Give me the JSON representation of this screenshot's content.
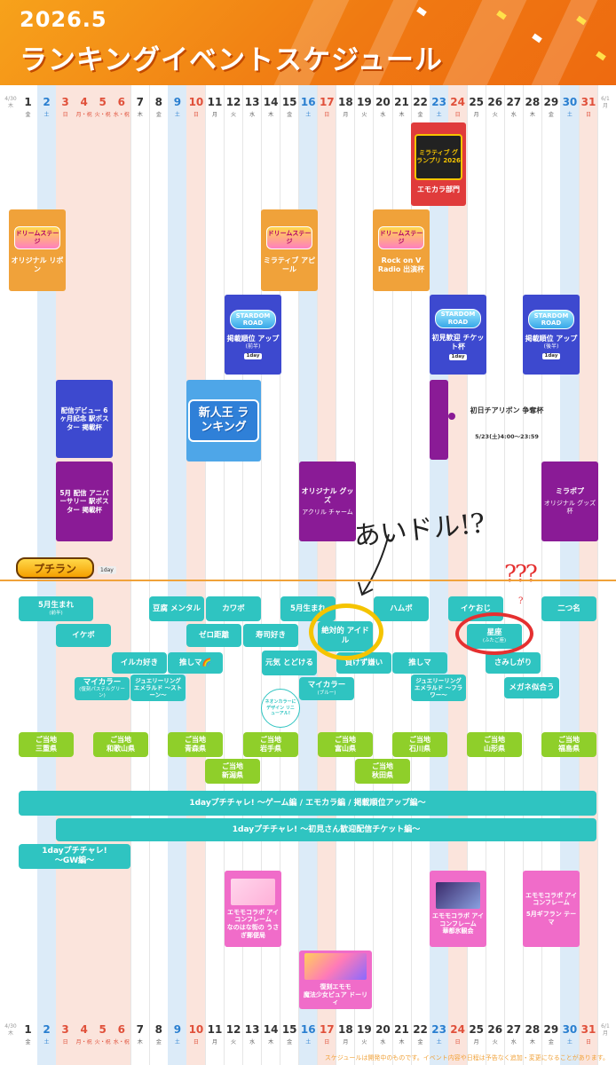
{
  "header": {
    "year_label": "2026.5",
    "title": "ランキングイベントスケジュール"
  },
  "calendar": {
    "prev_label": "4/30",
    "prev_dow": "木",
    "next_label": "6/1",
    "next_dow": "月",
    "days": [
      {
        "num": "1",
        "dow": "金",
        "type": "wk"
      },
      {
        "num": "2",
        "dow": "土",
        "type": "sat"
      },
      {
        "num": "3",
        "dow": "日",
        "type": "sun"
      },
      {
        "num": "4",
        "dow": "月・祝",
        "type": "sun"
      },
      {
        "num": "5",
        "dow": "火・祝",
        "type": "sun"
      },
      {
        "num": "6",
        "dow": "水・祝",
        "type": "sun"
      },
      {
        "num": "7",
        "dow": "木",
        "type": "wk"
      },
      {
        "num": "8",
        "dow": "金",
        "type": "wk"
      },
      {
        "num": "9",
        "dow": "土",
        "type": "sat"
      },
      {
        "num": "10",
        "dow": "日",
        "type": "sun"
      },
      {
        "num": "11",
        "dow": "月",
        "type": "wk"
      },
      {
        "num": "12",
        "dow": "火",
        "type": "wk"
      },
      {
        "num": "13",
        "dow": "水",
        "type": "wk"
      },
      {
        "num": "14",
        "dow": "木",
        "type": "wk"
      },
      {
        "num": "15",
        "dow": "金",
        "type": "wk"
      },
      {
        "num": "16",
        "dow": "土",
        "type": "sat"
      },
      {
        "num": "17",
        "dow": "日",
        "type": "sun"
      },
      {
        "num": "18",
        "dow": "月",
        "type": "wk"
      },
      {
        "num": "19",
        "dow": "火",
        "type": "wk"
      },
      {
        "num": "20",
        "dow": "水",
        "type": "wk"
      },
      {
        "num": "21",
        "dow": "木",
        "type": "wk"
      },
      {
        "num": "22",
        "dow": "金",
        "type": "wk"
      },
      {
        "num": "23",
        "dow": "土",
        "type": "sat"
      },
      {
        "num": "24",
        "dow": "日",
        "type": "sun"
      },
      {
        "num": "25",
        "dow": "月",
        "type": "wk"
      },
      {
        "num": "26",
        "dow": "火",
        "type": "wk"
      },
      {
        "num": "27",
        "dow": "水",
        "type": "wk"
      },
      {
        "num": "28",
        "dow": "木",
        "type": "wk"
      },
      {
        "num": "29",
        "dow": "金",
        "type": "wk"
      },
      {
        "num": "30",
        "dow": "土",
        "type": "sat"
      },
      {
        "num": "31",
        "dow": "日",
        "type": "sun"
      }
    ]
  },
  "colors": {
    "header": "#f07a12",
    "saturday": "#dcebf8",
    "sunday": "#fbe4dc",
    "teal": "#2fc4c1",
    "green": "#8fcf2a",
    "purple": "#8a1b96",
    "navy": "#3d49cf",
    "orange": "#f0a23a"
  },
  "events": {
    "mirativ_gp": {
      "logo": "ミラティブ グランプリ 2026",
      "label": "エモカラ部門"
    },
    "dream1": {
      "logo": "ドリームステージ",
      "label": "オリジナル リボン"
    },
    "dream2": {
      "logo": "ドリームステージ",
      "label": "ミラティブ アピール"
    },
    "dream3": {
      "logo": "ドリームステージ",
      "label": "Rock on V Radio 出演杯"
    },
    "stardom1": {
      "logo": "STARDOM ROAD",
      "label": "掲載順位 アップ",
      "sub": "(前半)",
      "badge": "1day"
    },
    "stardom2": {
      "logo": "STARDOM ROAD",
      "label": "初見歓迎 チケット杯",
      "badge": "1day"
    },
    "stardom3": {
      "logo": "STARDOM ROAD",
      "label": "掲載順位 アップ",
      "sub": "(後半)",
      "badge": "1day"
    },
    "debut": {
      "label": "配信デビュー 6ヶ月記念 駅ポスター 掲載杯"
    },
    "shinjin": {
      "label": "新人王 ランキング"
    },
    "cheer": {
      "label": "初日チアリボン 争奪杯",
      "time": "5/23(土)4:00〜23:59"
    },
    "anniv": {
      "label": "5月 配信 アニバーサリー 駅ポスター 掲載杯"
    },
    "goods": {
      "label": "オリジナル グッズ",
      "sub": "アクリル チャーム"
    },
    "mirapop": {
      "label": "ミラポプ",
      "sub": "オリジナル グッズ杯"
    }
  },
  "pure": {
    "logo": "プチラン",
    "badge": "1day",
    "items": [
      {
        "id": "may-birth",
        "label": "5月生まれ",
        "sub": "(前半)"
      },
      {
        "id": "tofu",
        "label": "豆腐 メンタル"
      },
      {
        "id": "kawabo",
        "label": "カワボ"
      },
      {
        "id": "may-birth2",
        "label": "5月生まれ"
      },
      {
        "id": "hamubo",
        "label": "ハムボ"
      },
      {
        "id": "ikeoji",
        "label": "イケおじ"
      },
      {
        "id": "futatsuna",
        "label": "二つ名"
      },
      {
        "id": "ikebo",
        "label": "イケボ"
      },
      {
        "id": "zero",
        "label": "ゼロ距離"
      },
      {
        "id": "sushi",
        "label": "寿司好き"
      },
      {
        "id": "zettai",
        "label": "絶対的 アイドル"
      },
      {
        "id": "seiza",
        "label": "星座",
        "sub": "(ふたご座)"
      },
      {
        "id": "iruka",
        "label": "イルカ好き"
      },
      {
        "id": "oshima",
        "label": "推しマ🌈"
      },
      {
        "id": "genki",
        "label": "元気 とどける"
      },
      {
        "id": "makezu",
        "label": "負けず嫌い"
      },
      {
        "id": "oshima2",
        "label": "推しマ"
      },
      {
        "id": "samishigari",
        "label": "さみしがり"
      },
      {
        "id": "mycolor1",
        "label": "マイカラー",
        "sub": "(復刻パステルグリーン)"
      },
      {
        "id": "jewel1",
        "label": "ジュエリーリング エメラルド ～ストーン～"
      },
      {
        "id": "mycolor2",
        "label": "マイカラー",
        "sub": "(ブルー)"
      },
      {
        "id": "jewel2",
        "label": "ジュエリーリング エメラルド ～フラワー～"
      },
      {
        "id": "megane",
        "label": "メガネ似合う"
      }
    ],
    "neon_note": "ネオンカラーに デザイン リニューアル!"
  },
  "gochi": [
    {
      "pref": "三重県"
    },
    {
      "pref": "和歌山県"
    },
    {
      "pref": "青森県"
    },
    {
      "pref": "岩手県"
    },
    {
      "pref": "富山県"
    },
    {
      "pref": "石川県"
    },
    {
      "pref": "山形県"
    },
    {
      "pref": "福島県"
    },
    {
      "pref": "新潟県"
    },
    {
      "pref": "秋田県"
    }
  ],
  "gochi_prefix": "ご当地",
  "banners": {
    "b1": "1dayプチチャレ! ～ゲーム編 / エモカラ編 / 掲載順位アップ編～",
    "b2": "1dayプチチャレ! ～初見さん歓迎配信チケット編～",
    "b3a": "1dayプチチャレ!",
    "b3b": "～GW編～"
  },
  "collabs": {
    "c1": {
      "title": "エモモコラボ アイコンフレーム",
      "name": "なのはな街の うさぎ郵便局"
    },
    "c2": {
      "title": "エモモコラボ アイコンフレーム",
      "name": "華都氷観会"
    },
    "c3": {
      "title": "エモモコラボ アイコンフレーム",
      "name": "5月ギフラン テーマ"
    },
    "c4": {
      "title": "復刻エモモ",
      "name": "魔法少女ピュア ドーリィ"
    }
  },
  "annotations": {
    "aidol": "あいドル!?",
    "qmarks": "???",
    "small": "?"
  },
  "footnote": "スケジュールは開発中のものです。イベント内容や日程は予告なく追加・変更になることがあります。"
}
